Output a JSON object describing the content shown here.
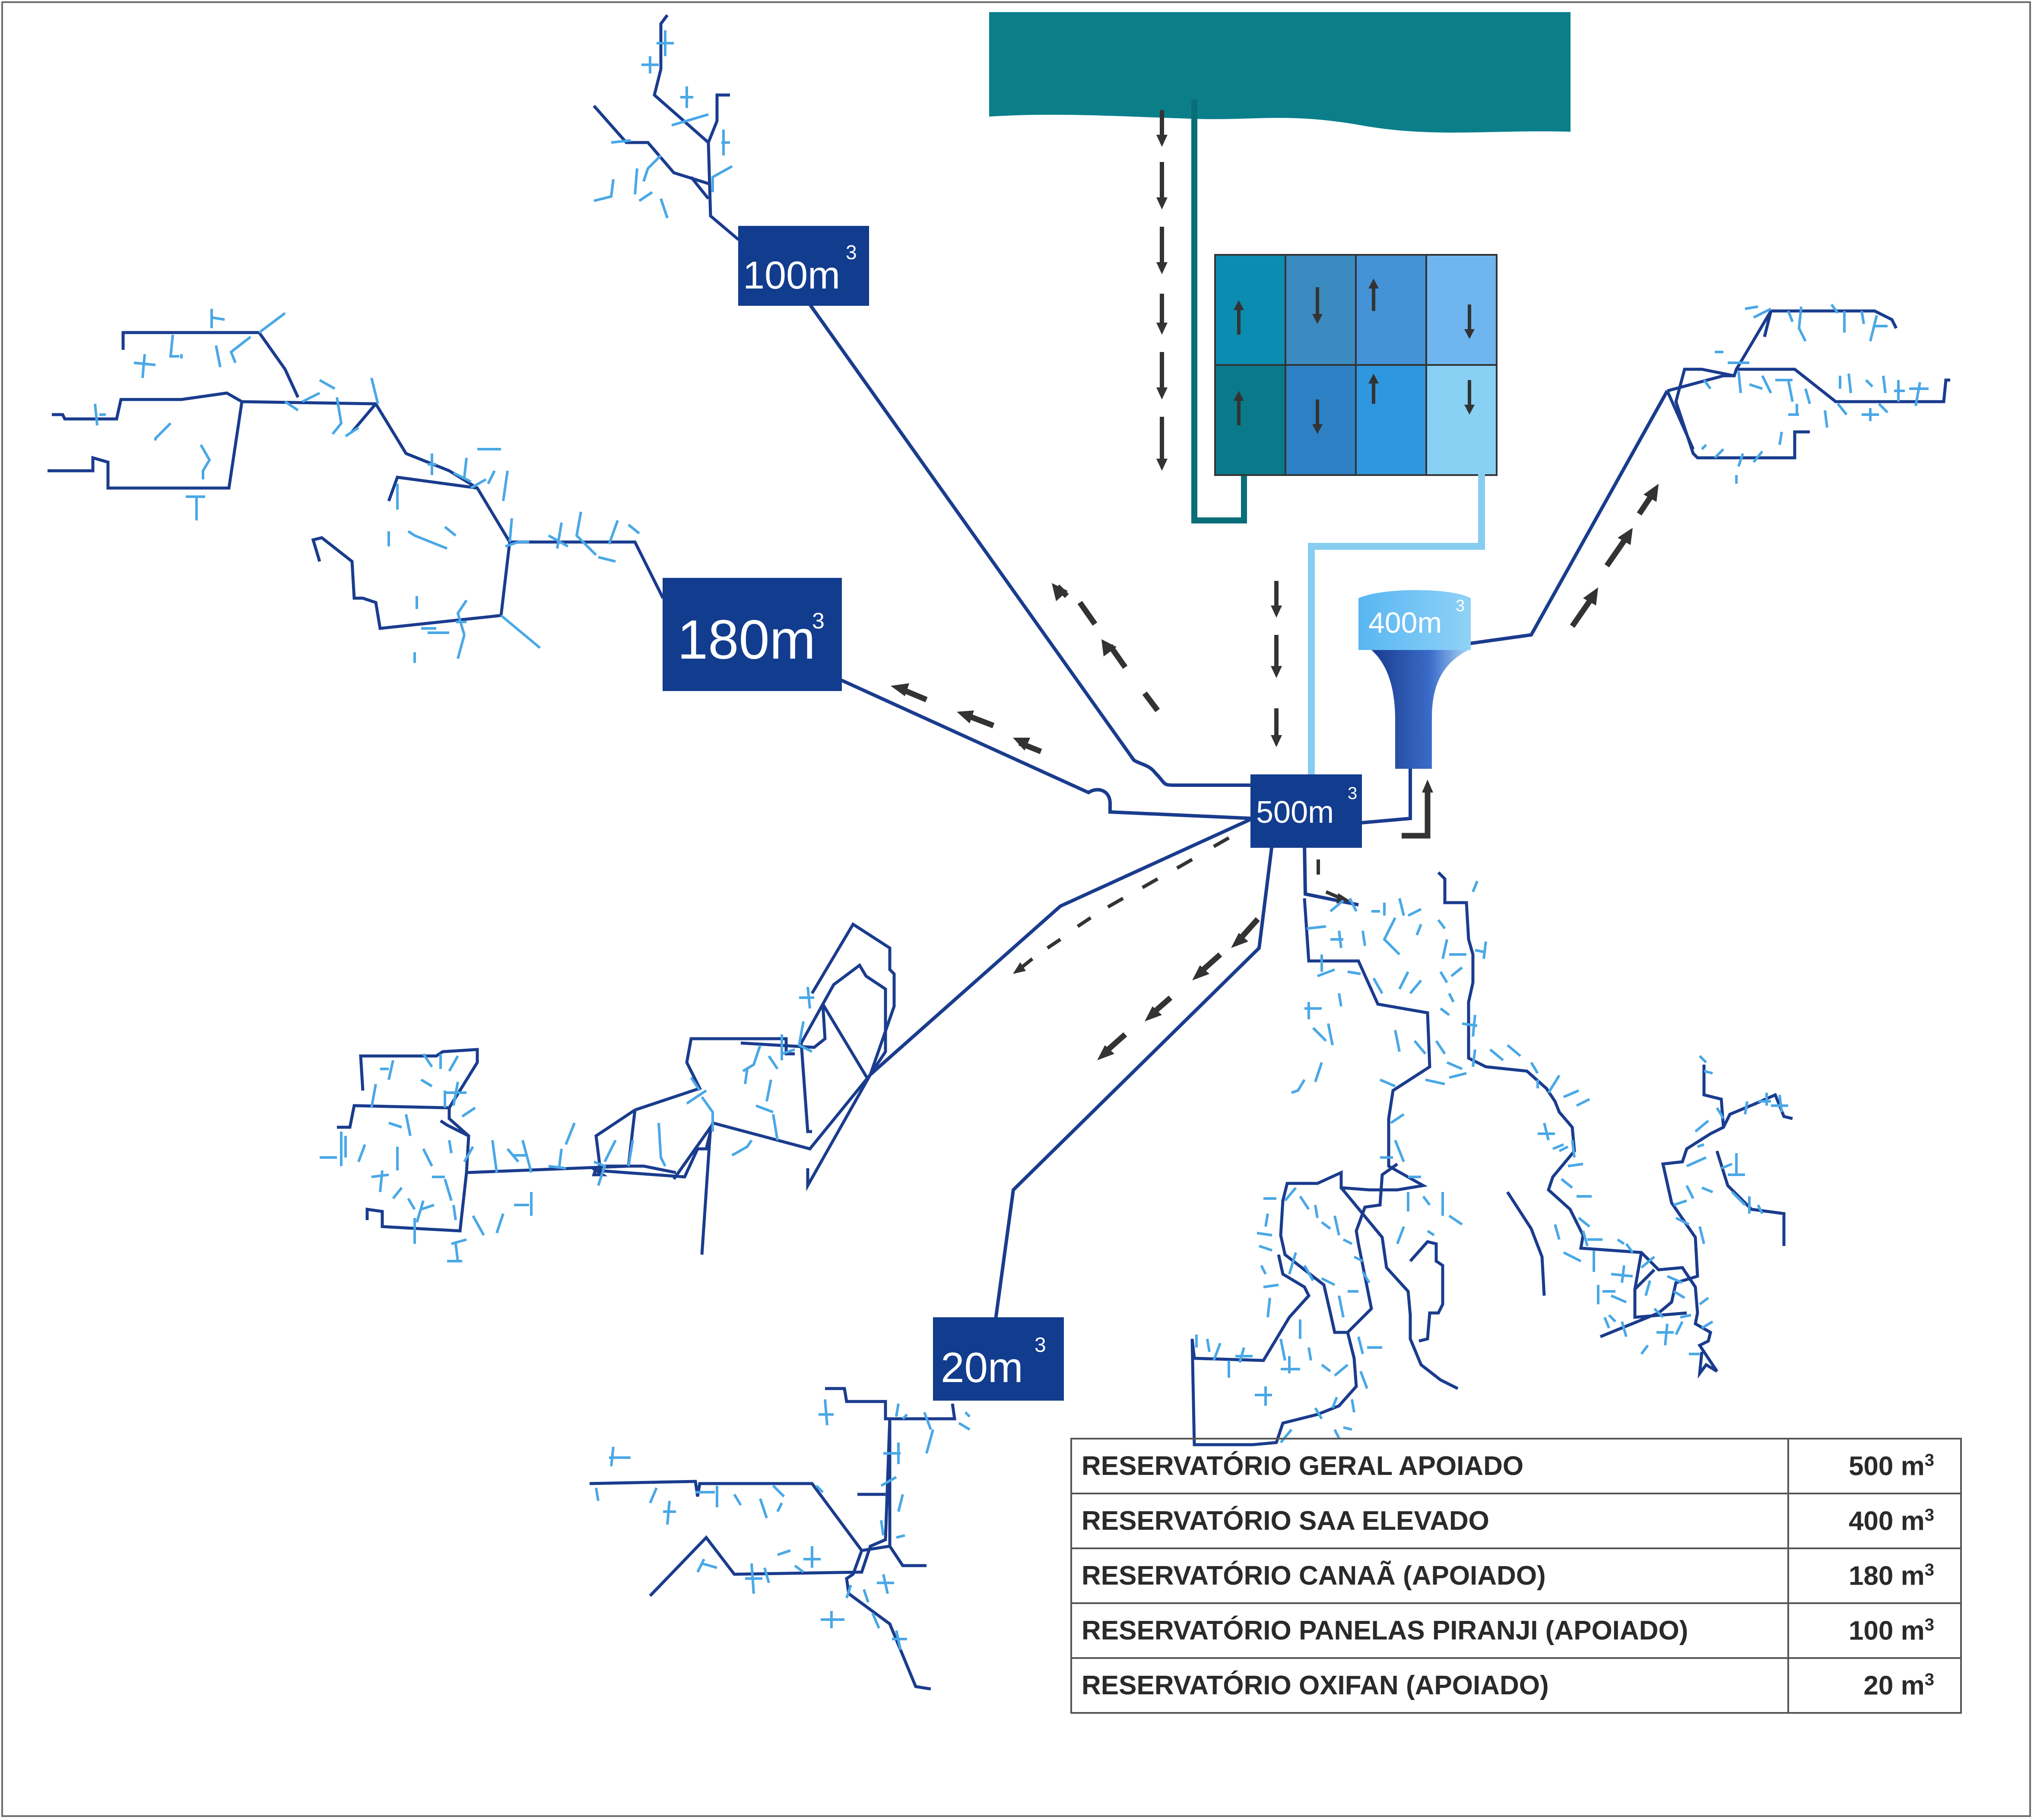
{
  "reservoirs": [
    {
      "id": "general",
      "volume": "500m",
      "exponent": "3"
    },
    {
      "id": "elevated",
      "volume": "400m",
      "exponent": "3"
    },
    {
      "id": "canaa",
      "volume": "180m",
      "exponent": "3"
    },
    {
      "id": "panelas",
      "volume": "100m",
      "exponent": "3"
    },
    {
      "id": "oxifan",
      "volume": "20m",
      "exponent": "3"
    }
  ],
  "legend": {
    "rows": [
      {
        "label": "RESERVATÓRIO GERAL APOIADO",
        "value": "500 m",
        "exp": "3"
      },
      {
        "label": "RESERVATÓRIO SAA ELEVADO",
        "value": "400 m",
        "exp": "3"
      },
      {
        "label": "RESERVATÓRIO CANAÃ (APOIADO)",
        "value": "180 m",
        "exp": "3"
      },
      {
        "label": "RESERVATÓRIO PANELAS PIRANJI (APOIADO)",
        "value": "100 m",
        "exp": "3"
      },
      {
        "label": "RESERVATÓRIO OXIFAN (APOIADO)",
        "value": "20 m",
        "exp": "3"
      }
    ]
  },
  "colors": {
    "main_pipe": "#1a3c8e",
    "branch": "#4aa8e6",
    "reservoir_box": "#123c8e",
    "water_body": "#0a7f8a",
    "treated_pipe": "#86cdf1",
    "arrow": "#333333",
    "filters": [
      "#0a8db0",
      "#3b8bc0",
      "#4393d6",
      "#6fb6f0",
      "#0a7a8a",
      "#2e80c4",
      "#2f97e0",
      "#88d0f4"
    ]
  }
}
